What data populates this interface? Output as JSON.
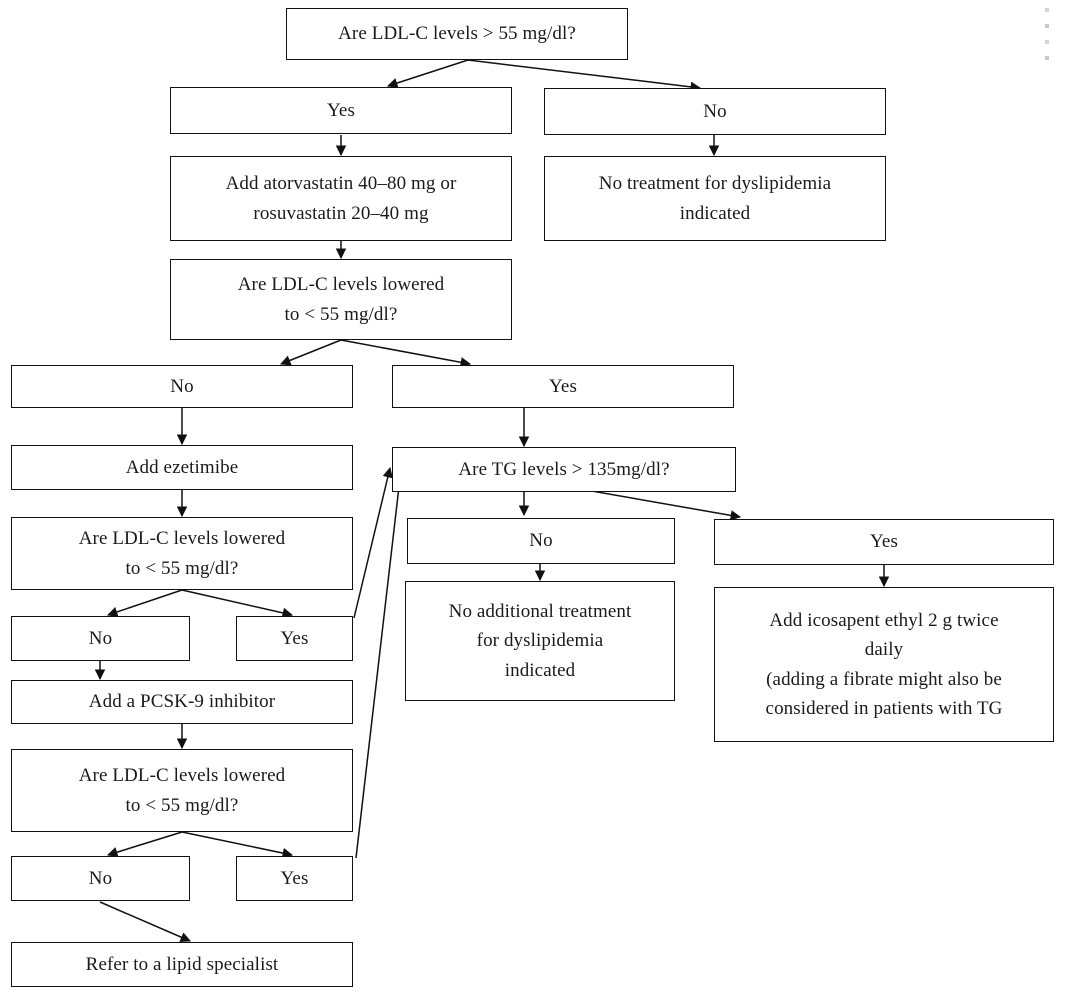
{
  "diagram": {
    "title": "Dyslipidemia management decision flowchart",
    "line_color": "#111111",
    "background": "#ffffff"
  },
  "nodes": {
    "q_ldl_55": {
      "lines": [
        "Are LDL-C levels > 55 mg/dl?"
      ]
    },
    "q1_yes": {
      "lines": [
        "Yes"
      ]
    },
    "q1_no": {
      "lines": [
        "No"
      ]
    },
    "statin": {
      "lines": [
        "Add atorvastatin 40–80 mg or",
        "rosuvastatin 20–40 mg"
      ]
    },
    "no_treatment": {
      "lines": [
        "No treatment for dyslipidemia",
        "indicated"
      ]
    },
    "q_lowered_1": {
      "lines": [
        "Are LDL-C levels lowered",
        "to < 55 mg/dl?"
      ]
    },
    "q2_no": {
      "lines": [
        "No"
      ]
    },
    "q2_yes": {
      "lines": [
        "Yes"
      ]
    },
    "ezetimibe": {
      "lines": [
        "Add ezetimibe"
      ]
    },
    "q_tg": {
      "lines": [
        "Are TG levels > 135mg/dl?"
      ]
    },
    "tg_no": {
      "lines": [
        "No"
      ]
    },
    "tg_yes": {
      "lines": [
        "Yes"
      ]
    },
    "no_additional": {
      "lines": [
        "No additional treatment",
        "for dyslipidemia",
        "indicated"
      ]
    },
    "icosapent": {
      "lines": [
        "Add icosapent ethyl 2 g twice",
        "daily",
        "(adding a fibrate might also be",
        "considered in patients with TG"
      ]
    },
    "q_lowered_2": {
      "lines": [
        "Are LDL-C levels lowered",
        "to < 55 mg/dl?"
      ]
    },
    "q3_no": {
      "lines": [
        "No"
      ]
    },
    "q3_yes": {
      "lines": [
        "Yes"
      ]
    },
    "pcsk9": {
      "lines": [
        "Add a PCSK-9 inhibitor"
      ]
    },
    "q_lowered_3": {
      "lines": [
        "Are LDL-C levels lowered",
        "to < 55 mg/dl?"
      ]
    },
    "q4_no": {
      "lines": [
        "No"
      ]
    },
    "q4_yes": {
      "lines": [
        "Yes"
      ]
    },
    "refer": {
      "lines": [
        "Refer to a lipid specialist"
      ]
    }
  },
  "edges": [
    {
      "from": "q_ldl_55",
      "to": "q1_yes",
      "kind": "diagonal"
    },
    {
      "from": "q_ldl_55",
      "to": "q1_no",
      "kind": "diagonal"
    },
    {
      "from": "q1_yes",
      "to": "statin",
      "kind": "straight"
    },
    {
      "from": "q1_no",
      "to": "no_treatment",
      "kind": "straight"
    },
    {
      "from": "statin",
      "to": "q_lowered_1",
      "kind": "straight"
    },
    {
      "from": "q_lowered_1",
      "to": "q2_no",
      "kind": "diagonal"
    },
    {
      "from": "q_lowered_1",
      "to": "q2_yes",
      "kind": "diagonal"
    },
    {
      "from": "q2_no",
      "to": "ezetimibe",
      "kind": "straight"
    },
    {
      "from": "q2_yes",
      "to": "q_tg",
      "kind": "straight"
    },
    {
      "from": "ezetimibe",
      "to": "q_lowered_2",
      "kind": "straight"
    },
    {
      "from": "q_tg",
      "to": "tg_no",
      "kind": "straight"
    },
    {
      "from": "q_tg",
      "to": "tg_yes",
      "kind": "diagonal"
    },
    {
      "from": "tg_no",
      "to": "no_additional",
      "kind": "straight"
    },
    {
      "from": "tg_yes",
      "to": "icosapent",
      "kind": "straight"
    },
    {
      "from": "q_lowered_2",
      "to": "q3_no",
      "kind": "diagonal"
    },
    {
      "from": "q_lowered_2",
      "to": "q3_yes",
      "kind": "diagonal"
    },
    {
      "from": "q3_no",
      "to": "pcsk9",
      "kind": "straight"
    },
    {
      "from": "q3_yes",
      "to": "q_tg",
      "kind": "long-diagonal"
    },
    {
      "from": "pcsk9",
      "to": "q_lowered_3",
      "kind": "straight"
    },
    {
      "from": "q_lowered_3",
      "to": "q4_no",
      "kind": "diagonal"
    },
    {
      "from": "q_lowered_3",
      "to": "q4_yes",
      "kind": "diagonal"
    },
    {
      "from": "q4_yes",
      "to": "q_tg",
      "kind": "long-diagonal"
    },
    {
      "from": "q4_no",
      "to": "refer",
      "kind": "diagonal"
    }
  ]
}
